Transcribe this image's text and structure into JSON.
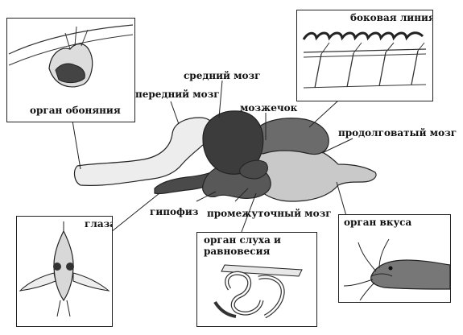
{
  "labels": {
    "forebrain": "передний мозг",
    "midbrain": "средний мозг",
    "cerebellum": "мозжечок",
    "medulla": "продолговатый мозг",
    "pituitary": "гипофиз",
    "diencephalon": "промежуточный мозг"
  },
  "boxes": {
    "smell": "орган обоняния",
    "lateral_line": "боковая линия",
    "eyes": "глаза",
    "hearing_line1": "орган слуха и",
    "hearing_line2": "равновесия",
    "taste": "орган вкуса"
  },
  "colors": {
    "forebrain": "#ededed",
    "midbrain": "#3c3c3c",
    "cerebellum": "#6b6b6b",
    "medulla": "#c9c9c9",
    "diencephalon": "#585858",
    "line": "#222222"
  }
}
